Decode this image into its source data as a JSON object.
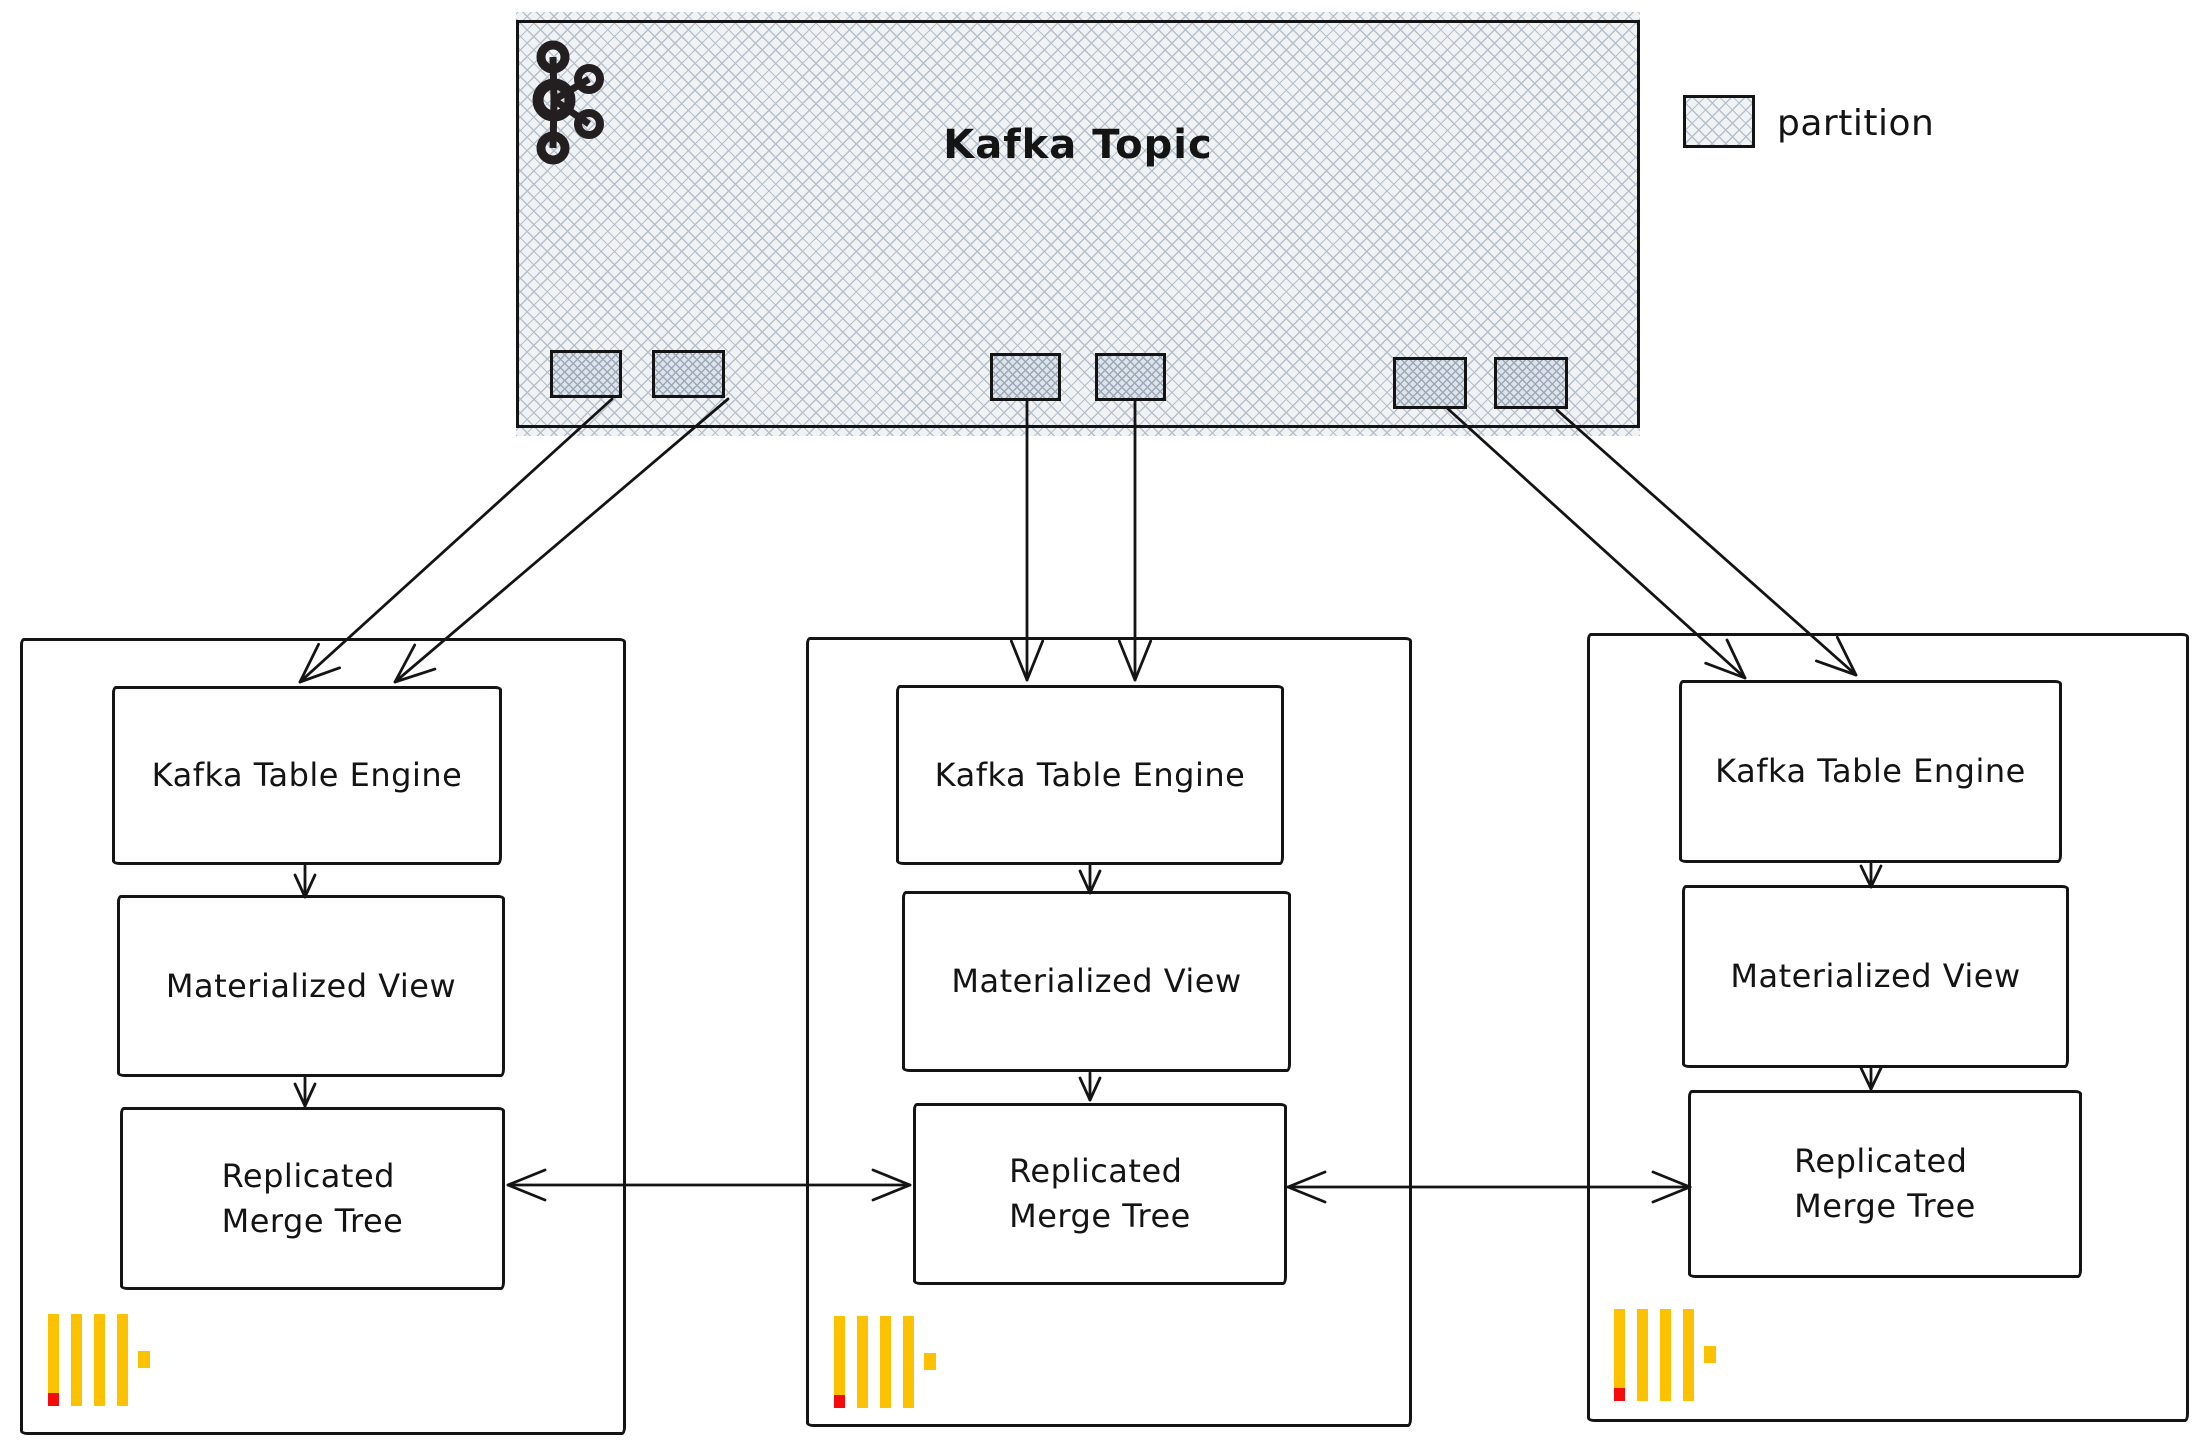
{
  "kafka_topic": {
    "label": "Kafka Topic"
  },
  "legend": {
    "label": "partition"
  },
  "nodes": [
    {
      "kafka_table_engine": "Kafka Table Engine",
      "materialized_view": "Materialized View",
      "rmt_line1": "Replicated",
      "rmt_line2": "Merge Tree"
    },
    {
      "kafka_table_engine": "Kafka Table Engine",
      "materialized_view": "Materialized View",
      "rmt_line1": "Replicated",
      "rmt_line2": "Merge Tree"
    },
    {
      "kafka_table_engine": "Kafka Table Engine",
      "materialized_view": "Materialized View",
      "rmt_line1": "Replicated",
      "rmt_line2": "Merge Tree"
    }
  ],
  "icons": {
    "kafka_logo": "kafka-logo-icon",
    "clickhouse_logo": "clickhouse-logo-icon",
    "partition_swatch": "crosshatch-swatch"
  },
  "colors": {
    "ink": "#141414",
    "hatch_bg": "#F0F2F4",
    "hatch_line": "#B6C0CC",
    "partition_bg": "#DEE4EA",
    "partition_hatch_line": "#9AA8B8",
    "clickhouse_yellow": "#FCC201",
    "clickhouse_red": "#F50B0B"
  }
}
